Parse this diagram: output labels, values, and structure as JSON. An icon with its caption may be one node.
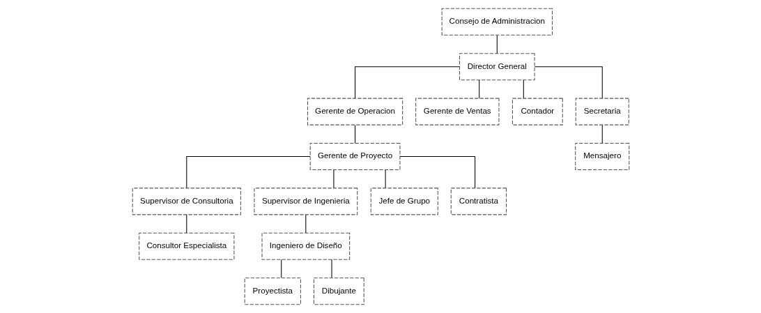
{
  "diagram": {
    "nodes": [
      {
        "text": [
          "Consejo de Administracion"
        ]
      },
      {
        "text": [
          "Director General"
        ]
      },
      {
        "text": [
          "Gerente de Operacion"
        ]
      },
      {
        "text": [
          "Gerente de Ventas"
        ]
      },
      {
        "text": [
          "Contador"
        ]
      },
      {
        "text": [
          "Secretaria"
        ]
      },
      {
        "text": [
          "Gerente de Proyecto"
        ]
      },
      {
        "text": [
          "Mensajero"
        ]
      },
      {
        "text": [
          "Supervisor de Consultoria"
        ]
      },
      {
        "text": [
          "Supervisor de Ingenieria"
        ]
      },
      {
        "text": [
          "Jefe de Grupo"
        ]
      },
      {
        "text": [
          "Contratista"
        ]
      },
      {
        "text": [
          "Consultor Especialista"
        ]
      },
      {
        "text": [
          "Ingeniero de Diseño"
        ]
      },
      {
        "text": [
          "Proyectista"
        ]
      },
      {
        "text": [
          "Dibujante"
        ]
      }
    ],
    "edges": [
      {
        "from": 0,
        "to": 1,
        "arrow": "none"
      },
      {
        "from": 1,
        "to": 2,
        "arrow": "none"
      },
      {
        "from": 1,
        "to": 3,
        "arrow": "none"
      },
      {
        "from": 1,
        "to": 4,
        "arrow": "none"
      },
      {
        "from": 1,
        "to": 5,
        "arrow": "none"
      },
      {
        "from": 2,
        "to": 6,
        "arrow": "none"
      },
      {
        "from": 5,
        "to": 7,
        "arrow": "none"
      },
      {
        "from": 6,
        "to": 8,
        "arrow": "none"
      },
      {
        "from": 6,
        "to": 9,
        "arrow": "none"
      },
      {
        "from": 6,
        "to": 10,
        "arrow": "none"
      },
      {
        "from": 6,
        "to": 11,
        "arrow": "none"
      },
      {
        "from": 8,
        "to": 12,
        "arrow": "none"
      },
      {
        "from": 9,
        "to": 13,
        "arrow": "none"
      },
      {
        "from": 13,
        "to": 14,
        "arrow": "none"
      },
      {
        "from": 13,
        "to": 15,
        "arrow": "none"
      }
    ]
  }
}
